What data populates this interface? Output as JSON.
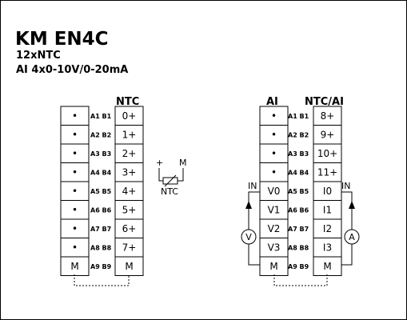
{
  "header": {
    "title": "KM EN4C",
    "line1": "12xNTC",
    "line2": "AI 4x0-10V/0-20mA"
  },
  "left_block": {
    "header": "NTC",
    "rows": [
      {
        "left": "•",
        "pins": "A1 B1",
        "right": "0+"
      },
      {
        "left": "•",
        "pins": "A2 B2",
        "right": "1+"
      },
      {
        "left": "•",
        "pins": "A3 B3",
        "right": "2+"
      },
      {
        "left": "•",
        "pins": "A4 B4",
        "right": "3+"
      },
      {
        "left": "•",
        "pins": "A5 B5",
        "right": "4+"
      },
      {
        "left": "•",
        "pins": "A6 B6",
        "right": "5+"
      },
      {
        "left": "•",
        "pins": "A7 B7",
        "right": "6+"
      },
      {
        "left": "•",
        "pins": "A8 B8",
        "right": "7+"
      },
      {
        "left": "M",
        "pins": "A9 B9",
        "right": "M"
      }
    ]
  },
  "symbol": {
    "plus": "+",
    "m": "M",
    "label": "NTC"
  },
  "right_block": {
    "header_left": "AI",
    "header_right": "NTC/AI",
    "rows": [
      {
        "left": "•",
        "pins": "A1 B1",
        "right": "8+"
      },
      {
        "left": "•",
        "pins": "A2 B2",
        "right": "9+"
      },
      {
        "left": "•",
        "pins": "A3 B3",
        "right": "10+"
      },
      {
        "left": "•",
        "pins": "A4 B4",
        "right": "11+"
      },
      {
        "left": "V0",
        "pins": "A5 B5",
        "right": "I0"
      },
      {
        "left": "V1",
        "pins": "A6 B6",
        "right": "I1"
      },
      {
        "left": "V2",
        "pins": "A7 B7",
        "right": "I2"
      },
      {
        "left": "V3",
        "pins": "A8 B8",
        "right": "I3"
      },
      {
        "left": "M",
        "pins": "A9 B9",
        "right": "M"
      }
    ],
    "in_left": "IN",
    "in_right": "IN",
    "voltmeter": "V",
    "ammeter": "A"
  }
}
